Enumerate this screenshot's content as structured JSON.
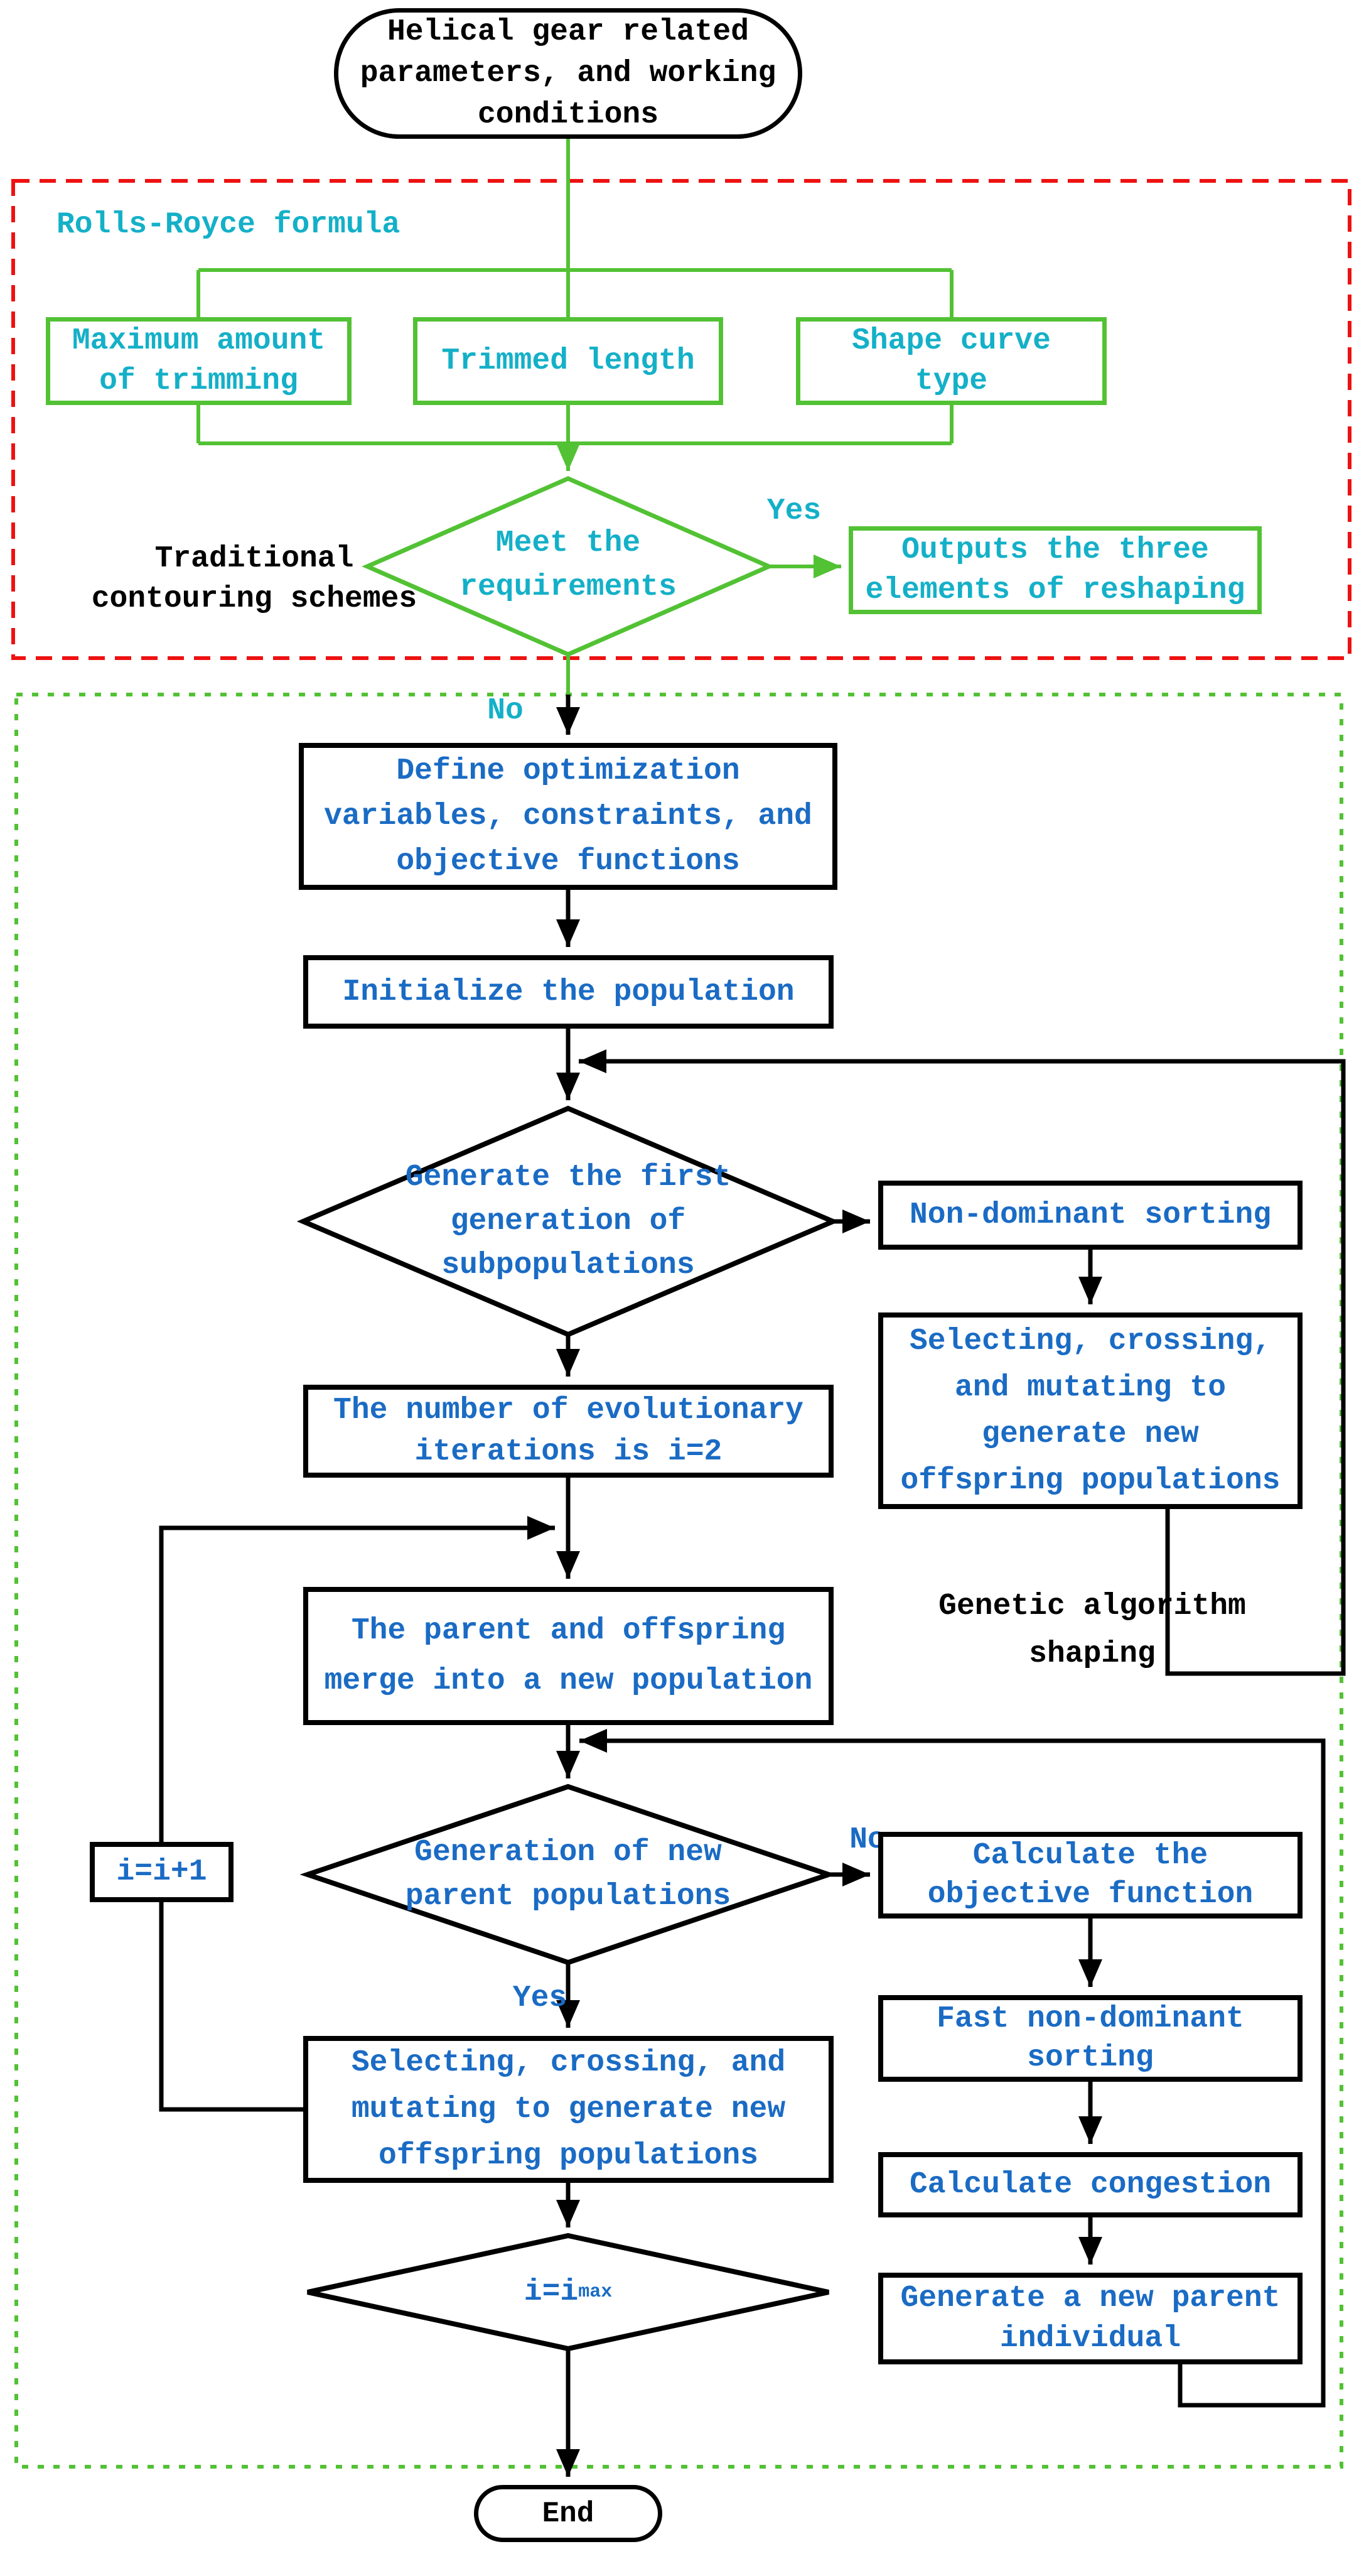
{
  "colors": {
    "green": "#52c234",
    "cyan": "#14b0c8",
    "blue": "#1a6bc4",
    "red": "#ee1111",
    "black": "#000000"
  },
  "sections": {
    "rolls_royce_title": "Rolls-Royce formula",
    "traditional_caption": "Traditional\ncontouring schemes",
    "genetic_caption": "Genetic algorithm\nshaping"
  },
  "nodes": {
    "start": "Helical gear related\nparameters, and working\nconditions",
    "max_trim": "Maximum amount\nof trimming",
    "trimmed_length": "Trimmed length",
    "shape_curve": "Shape curve\ntype",
    "meet_req": "Meet the\nrequirements",
    "outputs": "Outputs the three\nelements of reshaping",
    "define": "Define optimization\nvariables, constraints, and\nobjective functions",
    "initialize": "Initialize the population",
    "gen_first": "Generate the first\ngeneration of\nsubpopulations",
    "non_dominant": "Non-dominant sorting",
    "select_right": "Selecting, crossing,\nand mutating to\ngenerate new\noffspring populations",
    "iterations": "The number of evolutionary\niterations is i=2",
    "merge": "The parent and offspring\nmerge into a new population",
    "gen_new_parent_q": "Generation of new\nparent populations",
    "calc_objective": "Calculate the\nobjective function",
    "fast_non_dominant": "Fast non-dominant\nsorting",
    "calc_congestion": "Calculate congestion",
    "gen_parent_ind": "Generate a new parent\nindividual",
    "select_left": "Selecting, crossing, and\nmutating to generate new\noffspring populations",
    "increment": "i=i+1",
    "imax_main": "i=i",
    "imax_sub": "max",
    "end": "End"
  },
  "edge_labels": {
    "yes_top": "Yes",
    "no_top": "No",
    "no_loop": "No",
    "yes_loop": "Yes"
  }
}
